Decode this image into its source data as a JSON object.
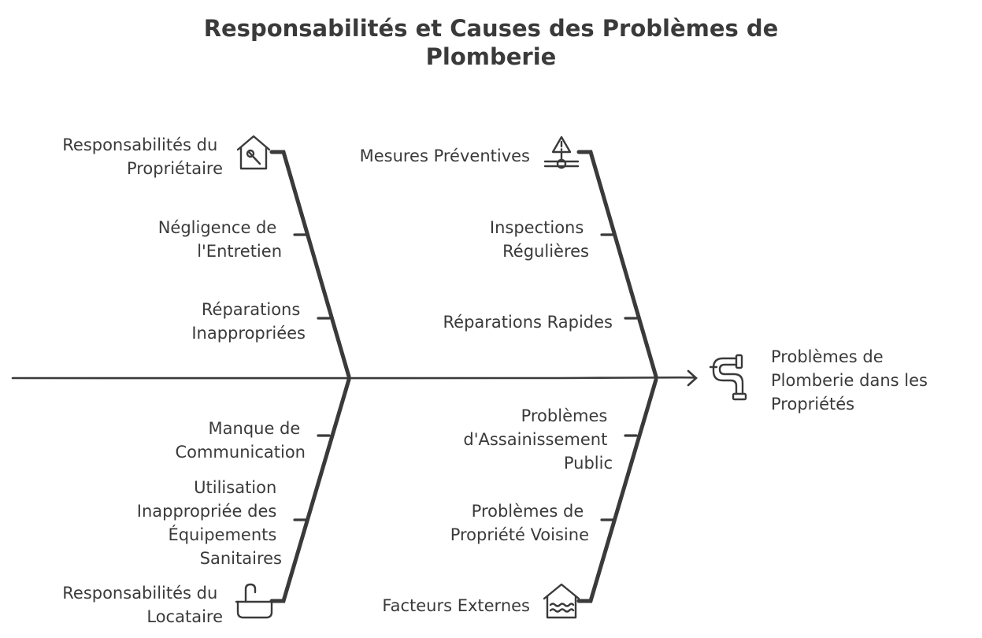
{
  "title": {
    "line1": "Responsabilités et Causes des Problèmes de",
    "line2": "Plomberie"
  },
  "effect": {
    "lines": [
      "Problèmes de",
      "Plomberie dans les",
      "Propriétés"
    ],
    "icon": "pipe-icon"
  },
  "categories": {
    "owner": {
      "lines": [
        "Responsabilités du",
        "Propriétaire"
      ],
      "icon": "house-wrench-icon",
      "causes": [
        {
          "lines": [
            "Négligence de",
            "l'Entretien"
          ]
        },
        {
          "lines": [
            "Réparations",
            "Inappropriées"
          ]
        }
      ]
    },
    "prevention": {
      "lines": [
        "Mesures Préventives"
      ],
      "icon": "warning-valve-icon",
      "causes": [
        {
          "lines": [
            "Inspections",
            "Régulières"
          ]
        },
        {
          "lines": [
            "Réparations Rapides"
          ]
        }
      ]
    },
    "tenant": {
      "lines": [
        "Responsabilités du",
        "Locataire"
      ],
      "icon": "sink-faucet-icon",
      "causes": [
        {
          "lines": [
            "Manque de",
            "Communication"
          ]
        },
        {
          "lines": [
            "Utilisation",
            "Inappropriée des",
            "Équipements",
            "Sanitaires"
          ]
        }
      ]
    },
    "external": {
      "lines": [
        "Facteurs Externes"
      ],
      "icon": "flooded-house-icon",
      "causes": [
        {
          "lines": [
            "Problèmes",
            "d'Assainissement",
            "Public"
          ]
        },
        {
          "lines": [
            "Problèmes de",
            "Propriété Voisine"
          ]
        }
      ]
    }
  }
}
